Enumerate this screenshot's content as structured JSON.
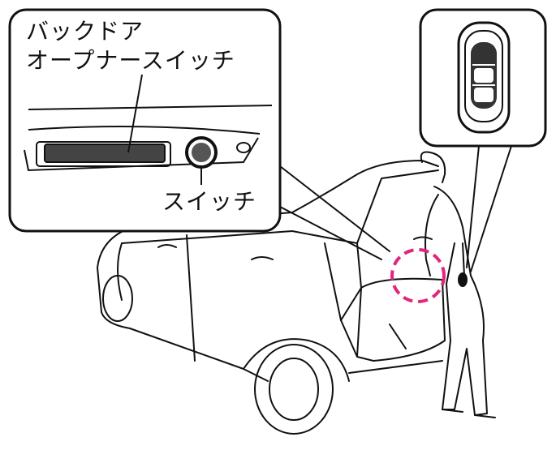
{
  "callout": {
    "opener_label_line1": "バックドア",
    "opener_label_line2": "オープナースイッチ",
    "switch_label": "スイッチ"
  },
  "colors": {
    "highlight": "#e0267d",
    "line": "#111111"
  }
}
